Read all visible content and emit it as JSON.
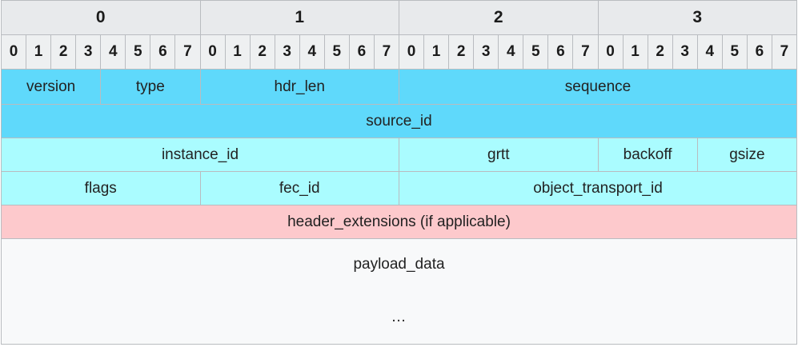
{
  "diagram": {
    "title": "packet-header-layout",
    "bit_width": 32,
    "byte_header": {
      "labels": [
        "0",
        "1",
        "2",
        "3"
      ],
      "span_bits": 8
    },
    "bit_header": {
      "labels": [
        "0",
        "1",
        "2",
        "3",
        "4",
        "5",
        "6",
        "7",
        "0",
        "1",
        "2",
        "3",
        "4",
        "5",
        "6",
        "7",
        "0",
        "1",
        "2",
        "3",
        "4",
        "5",
        "6",
        "7",
        "0",
        "1",
        "2",
        "3",
        "4",
        "5",
        "6",
        "7"
      ]
    },
    "rows": [
      {
        "name": "row-1",
        "fields": [
          {
            "label": "version",
            "bits": 4,
            "style": "h-dark"
          },
          {
            "label": "type",
            "bits": 4,
            "style": "h-dark"
          },
          {
            "label": "hdr_len",
            "bits": 8,
            "style": "h-dark"
          },
          {
            "label": "sequence",
            "bits": 16,
            "style": "h-dark"
          }
        ]
      },
      {
        "name": "row-2",
        "fields": [
          {
            "label": "source_id",
            "bits": 32,
            "style": "h-dark"
          }
        ]
      },
      {
        "name": "row-3",
        "fields": [
          {
            "label": "instance_id",
            "bits": 16,
            "style": "h-light"
          },
          {
            "label": "grtt",
            "bits": 8,
            "style": "h-light"
          },
          {
            "label": "backoff",
            "bits": 4,
            "style": "h-light"
          },
          {
            "label": "gsize",
            "bits": 4,
            "style": "h-light"
          }
        ]
      },
      {
        "name": "row-4",
        "fields": [
          {
            "label": "flags",
            "bits": 8,
            "style": "h-light"
          },
          {
            "label": "fec_id",
            "bits": 8,
            "style": "h-light"
          },
          {
            "label": "object_transport_id",
            "bits": 16,
            "style": "h-light"
          }
        ]
      },
      {
        "name": "row-5",
        "fields": [
          {
            "label": "header_extensions (if applicable)",
            "bits": 32,
            "style": "h-pink"
          }
        ]
      },
      {
        "name": "row-6",
        "fields": [
          {
            "label": "payload_data",
            "bits": 32,
            "style": "h-plain",
            "continuation": "…"
          }
        ]
      }
    ],
    "colors": {
      "header_bg": "#e8eaec",
      "bit_bg": "#eef0f1",
      "field_dark": "#5fd9fb",
      "field_light": "#aafcff",
      "field_pink": "#fdc9cc",
      "field_plain": "#f8f9fa",
      "border": "#b9bcc0",
      "text": "#222222"
    }
  }
}
